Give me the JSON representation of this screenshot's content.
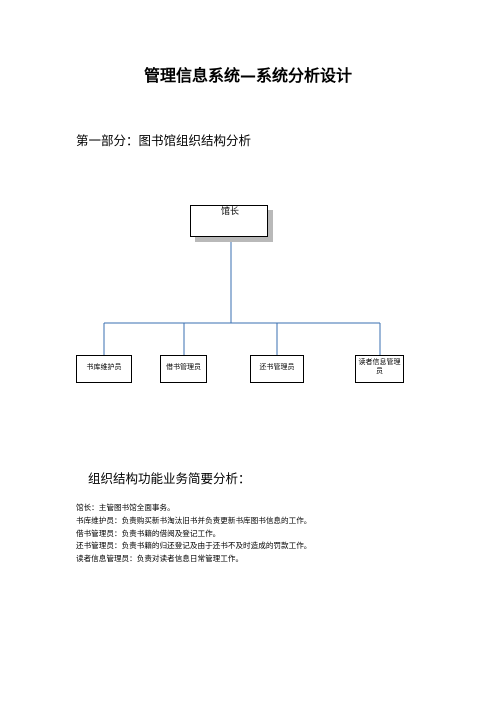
{
  "document": {
    "title": "管理信息系统—系统分析设计",
    "section_heading": "第一部分：图书馆组织结构分析",
    "org_chart": {
      "root": "馆长",
      "children": [
        "书库维护员",
        "借书管理员",
        "还书管理员",
        "读者信息管理员"
      ]
    },
    "analysis_heading": "组织结构功能业务简要分析：",
    "descriptions": [
      "馆长：主管图书馆全面事务。",
      "书库维护员：负责购买新书淘汰旧书并负责更新书库图书信息的工作。",
      "借书管理员：负责书籍的借阅及登记工作。",
      "还书管理员：负责书籍的归还登记及由于还书不及时造成的罚款工作。",
      "读者信息管理员：负责对读者信息日常管理工作。"
    ],
    "colors": {
      "connector": "#3a6fb0",
      "shadow": "#b9b9b9"
    }
  }
}
